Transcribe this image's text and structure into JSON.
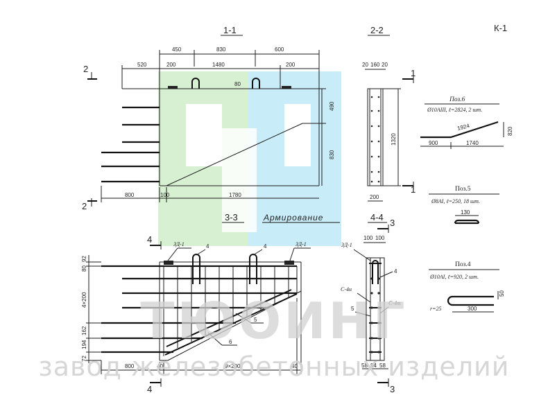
{
  "sheet": {
    "code": "К-1"
  },
  "sections": {
    "s11": "1-1",
    "s22": "2-2",
    "s33": "3-3",
    "s44": "4-4",
    "armirovanie": "Армирование"
  },
  "cuts": {
    "c2": "2",
    "c1": "1",
    "c4": "4",
    "c3": "3"
  },
  "dims_1_1": {
    "top_a": "450",
    "top_b": "830",
    "top_c": "600",
    "mid_a": "520",
    "mid_b": "200",
    "mid_c": "1480",
    "mid_d": "200",
    "loop": "80",
    "right_a": "490",
    "right_b": "830",
    "bottom_a": "800",
    "bottom_b": "100",
    "bottom_c": "1780"
  },
  "dims_2_2": {
    "top_a": "20",
    "top_b": "160",
    "top_c": "20",
    "height": "1320",
    "bottom": "200"
  },
  "pos6": {
    "title": "Поз.6",
    "spec": "Ø10АIII, ℓ=2824, 2 шт.",
    "dim_a": "1924",
    "dim_b": "820",
    "dim_c": "900",
    "dim_d": "1740"
  },
  "pos5": {
    "title": "Поз.5",
    "spec": "Ø8АI, ℓ=250, 18 шт.",
    "dim_a": "130"
  },
  "pos4": {
    "title": "Поз.4",
    "spec": "Ø10АI, ℓ=920, 2 шт.",
    "dim_a": "50",
    "dim_b": "300",
    "dim_c": "r=25"
  },
  "dims_3_3": {
    "left_a": "92",
    "left_b": "80",
    "left_c": "4×200",
    "left_d": "162",
    "left_e": "194",
    "left_f": "72",
    "bottom_a": "800",
    "bottom_b": "40",
    "bottom_c": "9×200",
    "bottom_d": "40",
    "tag_zd_left": "ЗД-1",
    "tag_zd_right": "ЗД-1",
    "tag_4a": "4",
    "tag_4b": "4",
    "tag_5": "5",
    "tag_6": "6"
  },
  "dims_4_4": {
    "top_a": "100",
    "top_b": "100",
    "tag_zd": "ЗД-1",
    "tag_4": "4",
    "tag_c4n": "С-4н",
    "tag_5": "5",
    "tag_c4t": "С-4т",
    "bottom_a": "58",
    "bottom_b": "84",
    "bottom_c": "58"
  },
  "watermark": {
    "brand": "ТЮОИНГ",
    "tagline": "завод железобетонных изделий"
  },
  "colors": {
    "logo_green": "#d8f0d2",
    "logo_cyan": "#c8ecf8",
    "ink": "#1a1a1a",
    "watermark": "#d2d2d2"
  }
}
